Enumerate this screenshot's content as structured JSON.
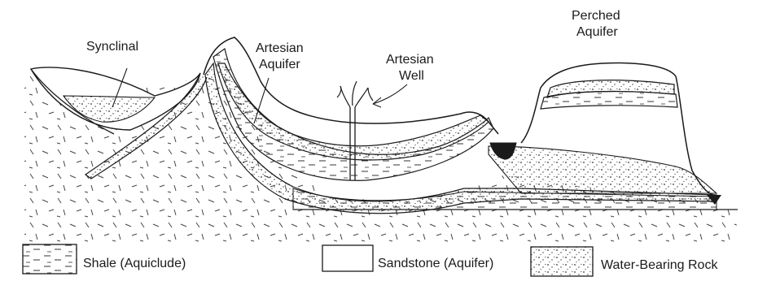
{
  "labels": {
    "synclinal": "Synclinal",
    "artesian_aquifer": [
      "Artesian",
      "Aquifer"
    ],
    "artesian_well": [
      "Artesian",
      "Well"
    ],
    "perched_aquifer": [
      "Perched",
      "Aquifer"
    ]
  },
  "legend": {
    "shale": "Shale (Aquiclude)",
    "sandstone": "Sandstone (Aquifer)",
    "water_bearing": "Water-Bearing Rock"
  }
}
